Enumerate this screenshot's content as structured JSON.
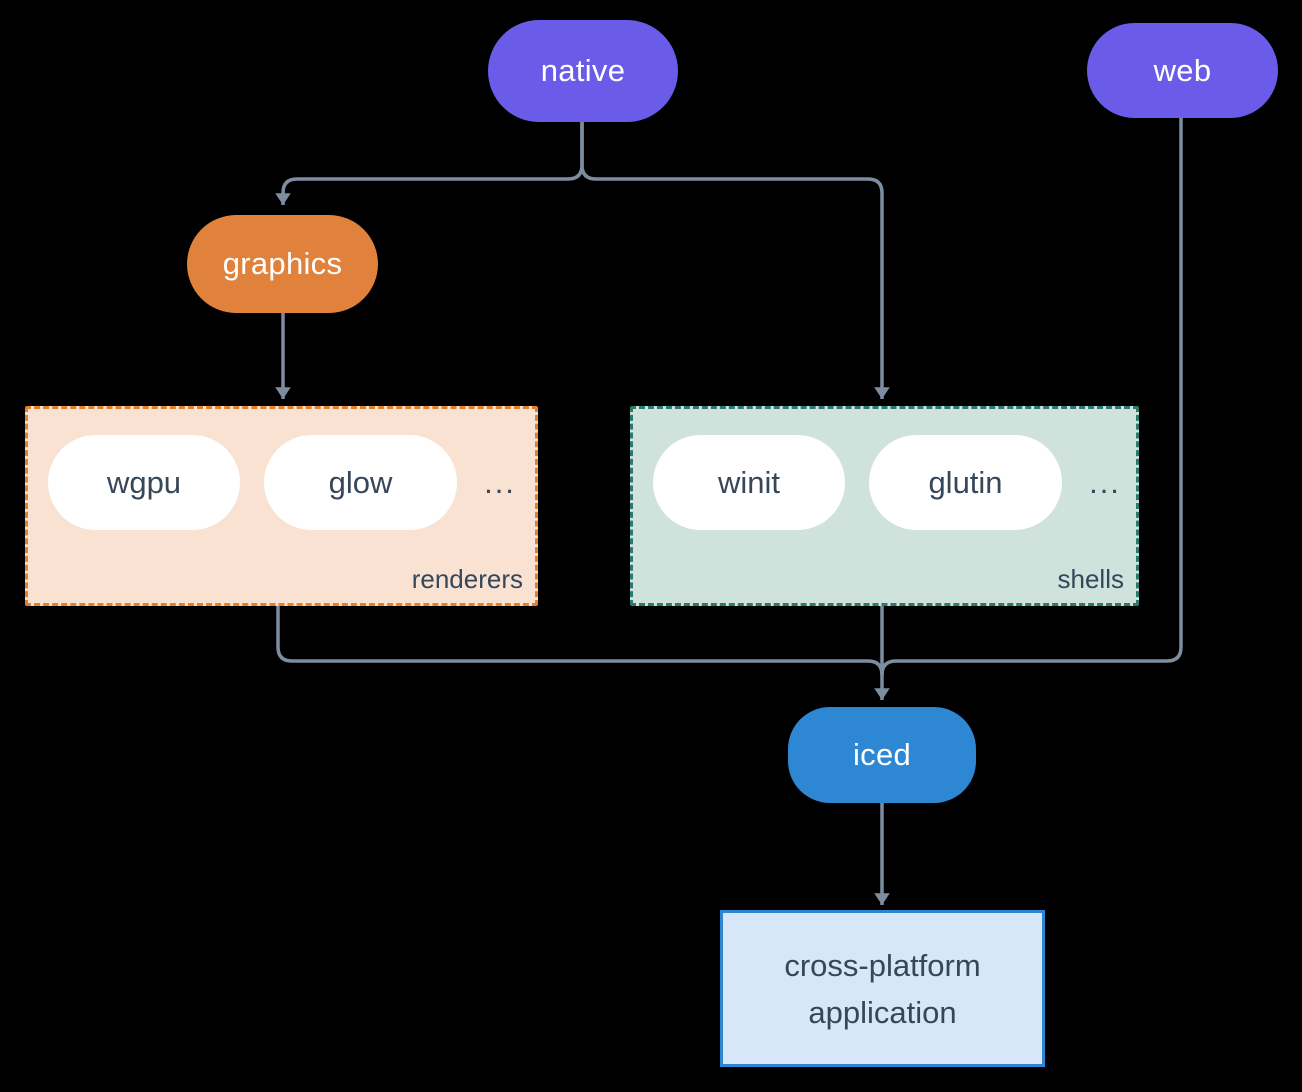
{
  "diagram": {
    "background_color": "#000000",
    "connector_color": "#7D8DA0",
    "nodes": {
      "native": {
        "label": "native",
        "color": "#6A5CE8",
        "text_color": "#ffffff"
      },
      "web": {
        "label": "web",
        "color": "#6A5CE8",
        "text_color": "#ffffff"
      },
      "graphics": {
        "label": "graphics",
        "color": "#E0823B",
        "text_color": "#ffffff"
      },
      "iced": {
        "label": "iced",
        "color": "#2E87D3",
        "text_color": "#ffffff"
      },
      "app": {
        "line1": "cross-platform",
        "line2": "application",
        "fill": "#D7E7F7",
        "border_color": "#2E86D3",
        "text_color": "#36475A"
      }
    },
    "groups": {
      "renderers": {
        "label": "renderers",
        "fill": "#F9E2D2",
        "border_color": "#E0812E",
        "items": [
          "wgpu",
          "glow"
        ],
        "ellipsis": "...",
        "item_text_color": "#36475A"
      },
      "shells": {
        "label": "shells",
        "fill": "#D0E2DC",
        "border_color": "#2C7A6B",
        "items": [
          "winit",
          "glutin"
        ],
        "ellipsis": "...",
        "item_text_color": "#36475A"
      }
    },
    "edges": [
      {
        "from": "native",
        "to": "graphics"
      },
      {
        "from": "native",
        "to": "shells"
      },
      {
        "from": "graphics",
        "to": "renderers"
      },
      {
        "from": "renderers",
        "to": "iced"
      },
      {
        "from": "shells",
        "to": "iced"
      },
      {
        "from": "web",
        "to": "iced"
      },
      {
        "from": "iced",
        "to": "app"
      }
    ]
  }
}
